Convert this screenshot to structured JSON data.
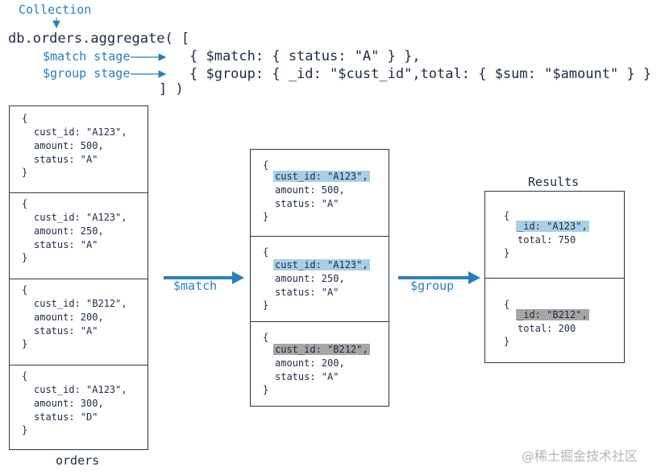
{
  "header": {
    "collection_label": "Collection",
    "line1": "db.orders.aggregate( [",
    "match_stage_label": "$match stage",
    "group_stage_label": "$group stage",
    "line2": "{ $match: { status: \"A\" } },",
    "line3": "{ $group: { _id: \"$cust_id\",total: { $sum: \"$amount\" } } }",
    "line4": "] )"
  },
  "orders": {
    "caption": "orders",
    "docs": [
      {
        "open": "{",
        "cust_id": "cust_id: \"A123\",",
        "amount": "amount: 500,",
        "status": "status: \"A\"",
        "close": "}"
      },
      {
        "open": "{",
        "cust_id": "cust_id: \"A123\",",
        "amount": "amount: 250,",
        "status": "status: \"A\"",
        "close": "}"
      },
      {
        "open": "{",
        "cust_id": "cust_id: \"B212\",",
        "amount": "amount: 200,",
        "status": "status: \"A\"",
        "close": "}"
      },
      {
        "open": "{",
        "cust_id": "cust_id: \"A123\",",
        "amount": "amount: 300,",
        "status": "status: \"D\"",
        "close": "}"
      }
    ]
  },
  "match_arrow_label": "$match",
  "matched": {
    "docs": [
      {
        "open": "{",
        "cust_id": "cust_id: \"A123\",",
        "amount": "amount: 500,",
        "status": "status: \"A\"",
        "close": "}"
      },
      {
        "open": "{",
        "cust_id": "cust_id: \"A123\",",
        "amount": "amount: 250,",
        "status": "status: \"A\"",
        "close": "}"
      },
      {
        "open": "{",
        "cust_id": "cust_id: \"B212\",",
        "amount": "amount: 200,",
        "status": "status: \"A\"",
        "close": "}"
      }
    ]
  },
  "group_arrow_label": "$group",
  "results": {
    "title": "Results",
    "docs": [
      {
        "open": "{",
        "id": "_id: \"A123\",",
        "total": "total: 750",
        "close": "}"
      },
      {
        "open": "{",
        "id": "_id: \"B212\",",
        "total": "total: 200",
        "close": "}"
      }
    ]
  },
  "colors": {
    "accent": "#2a7fb8",
    "highlight_blue": "#a9cfe6",
    "highlight_gray": "#a6a6a6"
  },
  "watermark": "@稀土掘金技术社区"
}
